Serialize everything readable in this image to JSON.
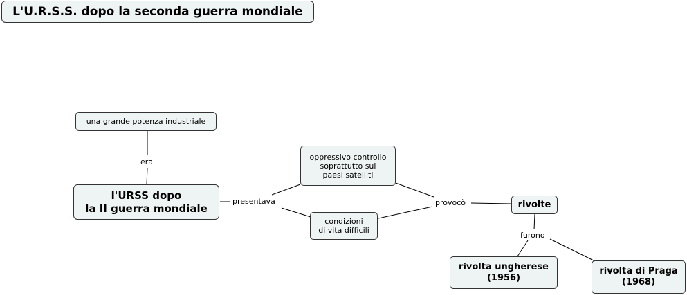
{
  "title": "L'U.R.S.S. dopo la seconda guerra mondiale",
  "nodes": {
    "potenza": "una grande potenza industriale",
    "urss": "l'URSS dopo\nla II guerra mondiale",
    "controllo": "oppressivo controllo\nsoprattutto sui\npaesi satelliti",
    "condizioni": "condizioni\ndi vita difficili",
    "rivolte": "rivolte",
    "ungherese": "rivolta ungherese\n(1956)",
    "praga": "rivolta di Praga\n(1968)"
  },
  "links": {
    "era": "era",
    "presentava": "presentava",
    "provoco": "provocò",
    "furono": "furono"
  },
  "colors": {
    "node_fill": "#eef3f3",
    "border": "#333333",
    "line": "#000000"
  }
}
